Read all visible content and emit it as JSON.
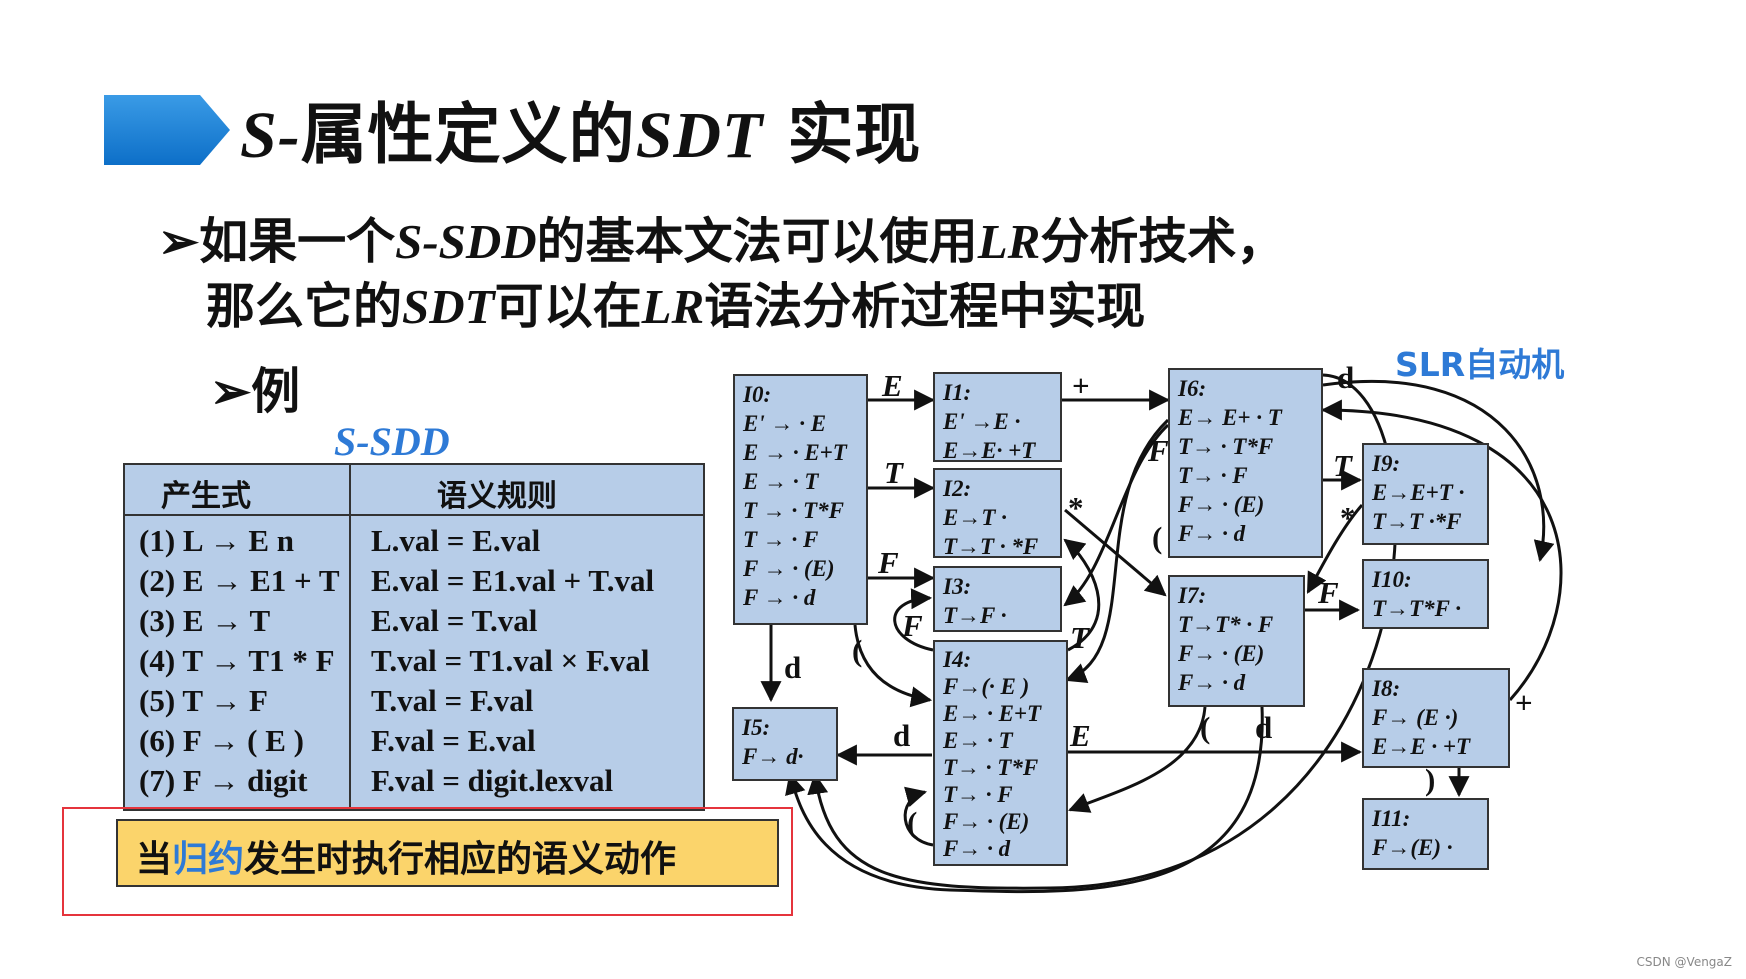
{
  "title": {
    "prefix": "S-",
    "main": "属性定义的",
    "sdt": "SDT",
    "suffix": " 实现"
  },
  "bullets": {
    "line1": {
      "mark": "➢",
      "a": "如果一个",
      "b": "S-SDD",
      "c": "的基本文法可以使用",
      "d": "LR",
      "e": "分析技术，"
    },
    "line2": {
      "a": "那么它的",
      "b": "SDT",
      "c": "可以在",
      "d": "LR",
      "e": "语法分析过程中实现"
    },
    "example": {
      "mark": "➢",
      "label": "例"
    }
  },
  "ssdd_label": "S-SDD",
  "table": {
    "headers": [
      "产生式",
      "语义规则"
    ],
    "rows": [
      {
        "prod": "(1) L → E n",
        "rule": "L.val = E.val"
      },
      {
        "prod": "(2) E → E1 + T",
        "rule": "E.val = E1.val + T.val"
      },
      {
        "prod": "(3) E → T",
        "rule": "E.val = T.val"
      },
      {
        "prod": "(4) T → T1 * F",
        "rule": "T.val = T1.val × F.val"
      },
      {
        "prod": "(5) T → F",
        "rule": "T.val = F.val"
      },
      {
        "prod": "(6) F → ( E )",
        "rule": "F.val = E.val"
      },
      {
        "prod": "(7) F → digit",
        "rule": "F.val = digit.lexval"
      }
    ]
  },
  "note": {
    "a": "当",
    "b": "归约",
    "c": "发生时执行相应的语义动作"
  },
  "automaton_label": "SLR自动机",
  "states": {
    "I0": {
      "name": "I0:",
      "items": [
        "E' → · E",
        "E → · E+T",
        "E → · T",
        "T → · T*F",
        "T → · F",
        "F → · (E)",
        "F → · d"
      ]
    },
    "I1": {
      "name": "I1:",
      "items": [
        "E' →E ·",
        "E→E· +T"
      ]
    },
    "I2": {
      "name": "I2:",
      "items": [
        "E→T ·",
        "T→T · *F"
      ]
    },
    "I3": {
      "name": "I3:",
      "items": [
        "T→F ·"
      ]
    },
    "I4": {
      "name": "I4:",
      "items": [
        "F→(· E )",
        "E→ · E+T",
        "E→ · T",
        "T→ · T*F",
        "T→ · F",
        "F→ · (E)",
        "F→ · d"
      ]
    },
    "I5": {
      "name": "I5:",
      "items": [
        "F→ d·"
      ]
    },
    "I6": {
      "name": "I6:",
      "items": [
        "E→ E+ · T",
        "T→ · T*F",
        "T→ · F",
        "F→ · (E)",
        "F→ · d"
      ]
    },
    "I7": {
      "name": "I7:",
      "items": [
        "T→T* · F",
        "F→ · (E)",
        "F→ · d"
      ]
    },
    "I8": {
      "name": "I8:",
      "items": [
        "F→ (E ·)",
        "E→E · +T"
      ]
    },
    "I9": {
      "name": "I9:",
      "items": [
        "E→E+T ·",
        "T→T ·*F"
      ]
    },
    "I10": {
      "name": "I10:",
      "items": [
        "T→T*F ·"
      ]
    },
    "I11": {
      "name": "I11:",
      "items": [
        "F→(E) ·"
      ]
    }
  },
  "edge_labels": {
    "e01": "E",
    "e02": "T",
    "e03": "F",
    "e05": "d",
    "e04": "(",
    "e16": "+",
    "e27": "*",
    "e6d": "d",
    "e69": "T",
    "e6f": "F",
    "e6p": "(",
    "e97": "*",
    "e710": "F",
    "e7p": "(",
    "e7d": "d",
    "e4d": "d",
    "e4e": "E",
    "e4p": "(",
    "e4f": "F",
    "e4t": "T",
    "e86": "+",
    "e811": ")"
  },
  "watermark": "CSDN @VengaZ"
}
